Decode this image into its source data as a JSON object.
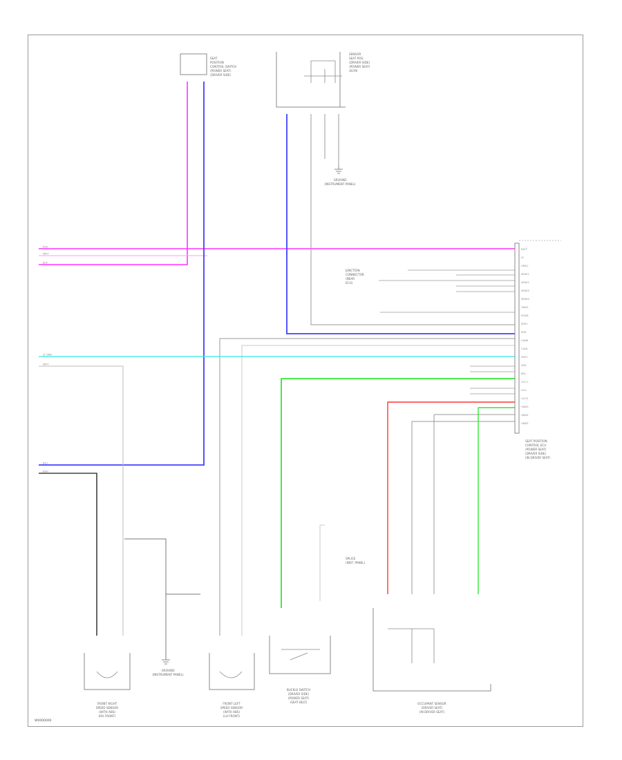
{
  "diagram": {
    "wire_colors": {
      "pink": "#ff33ff",
      "blue": "#4040ff",
      "cyan": "#33e6e6",
      "green": "#33e633",
      "red": "#ff3333",
      "gray": "#9a9a9a",
      "dark": "#404040"
    },
    "footer_code": "W0000000",
    "components": {
      "top_switch": [
        "SEAT",
        "POSITION",
        "CONTROL SWITCH",
        "(POWER SEAT)",
        "(DRIVER SIDE)"
      ],
      "top_sensor": [
        "SENSOR",
        "SEAT POS.",
        "(DRIVER SIDE)",
        "(POWER SEAT)",
        "(ECM)"
      ],
      "ecu": [
        "SEAT POSITION",
        "CONTROL ECU",
        "(POWER SEAT)",
        "(DRIVER SIDE)",
        "(IN DRIVER SEAT)"
      ],
      "front_right_sensor": [
        "FRONT RIGHT",
        "SPEED SENSOR",
        "(WITH ABS)",
        "(RH FRONT)"
      ],
      "front_left_sensor": [
        "FRONT LEFT",
        "SPEED SENSOR",
        "(WITH ABS)",
        "(LH FRONT)"
      ],
      "ground_mid": [
        "GROUND",
        "(INSTRUMENT PANEL)"
      ],
      "ground_top": [
        "GROUND",
        "(INSTRUMENT PANEL)"
      ],
      "buckle_switch": [
        "BUCKLE SWITCH",
        "(DRIVER SIDE)",
        "(POWER SEAT)",
        "(SEAT BELT)"
      ],
      "occupant_sensor": [
        "OCCUPANT SENSOR",
        "(DRIVER SEAT)",
        "(IN DRIVER SEAT)"
      ],
      "splice_note": [
        "SPLICE",
        "(INST. PANEL)"
      ],
      "junction": [
        "JUNCTION",
        "CONNECTOR",
        "(NEAR",
        "ECU)"
      ]
    },
    "left_edge_labels": [
      "RED",
      "WHT",
      "BLK",
      "LT GRN",
      "WHT",
      "BLU",
      "BRN"
    ],
    "ecu_pins": [
      "BATT",
      "IG",
      "GND1",
      "SENS1",
      "SENS2",
      "SENS3",
      "SENS4",
      "GND2",
      "SGND",
      "SPD+",
      "SPD-",
      "CANH",
      "CANL",
      "SSR+",
      "SSR-",
      "BKL",
      "OCC+",
      "OCC-",
      "OCCS",
      "GND3",
      "GND4",
      "GND5"
    ]
  }
}
